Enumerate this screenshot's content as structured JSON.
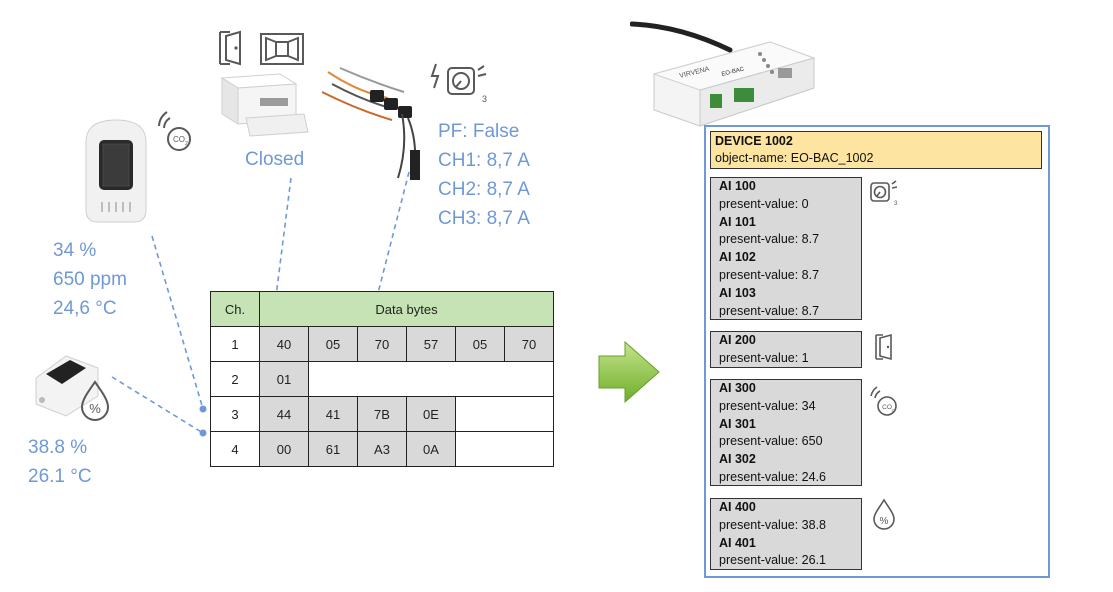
{
  "co2_sensor": {
    "readings": [
      "34 %",
      "650 ppm",
      "24,6 °C"
    ],
    "icon": "co2-icon"
  },
  "humidity_sensor": {
    "readings": [
      "38.8 %",
      "26.1 °C"
    ],
    "icon": "humidity-icon"
  },
  "door_sensor": {
    "state": "Closed",
    "icons": [
      "door-icon",
      "window-icon"
    ]
  },
  "current_sensor": {
    "readings": [
      "PF: False",
      "CH1: 8,7 A",
      "CH2: 8,7 A",
      "CH3: 8,7 A"
    ],
    "icon": "current-meter-icon",
    "icon_subscript": "3"
  },
  "gateway": {
    "brand": "VIRVENA",
    "model": "EO-BAC"
  },
  "table": {
    "ch_header": "Ch.",
    "data_header": "Data bytes",
    "rows": [
      {
        "ch": "1",
        "bytes": [
          "40",
          "05",
          "70",
          "57",
          "05",
          "70"
        ]
      },
      {
        "ch": "2",
        "bytes": [
          "01"
        ]
      },
      {
        "ch": "3",
        "bytes": [
          "44",
          "41",
          "7B",
          "0E"
        ]
      },
      {
        "ch": "4",
        "bytes": [
          "00",
          "61",
          "A3",
          "0A"
        ]
      }
    ]
  },
  "bacnet": {
    "device": {
      "name": "DEVICE 1002",
      "prop": "object-name: EO-BAC_1002"
    },
    "groups": [
      {
        "icon": "current-meter-icon",
        "objects": [
          {
            "name": "AI 100",
            "prop": "present-value: 0"
          },
          {
            "name": "AI 101",
            "prop": "present-value: 8.7"
          },
          {
            "name": "AI 102",
            "prop": "present-value: 8.7"
          },
          {
            "name": "AI 103",
            "prop": "present-value: 8.7"
          }
        ]
      },
      {
        "icon": "door-icon",
        "objects": [
          {
            "name": "AI 200",
            "prop": "present-value: 1"
          }
        ]
      },
      {
        "icon": "co2-icon",
        "objects": [
          {
            "name": "AI 300",
            "prop": "present-value: 34"
          },
          {
            "name": "AI 301",
            "prop": "present-value: 650"
          },
          {
            "name": "AI 302",
            "prop": "present-value: 24.6"
          }
        ]
      },
      {
        "icon": "humidity-icon",
        "objects": [
          {
            "name": "AI 400",
            "prop": "present-value: 38.8"
          },
          {
            "name": "AI 401",
            "prop": "present-value: 26.1"
          }
        ]
      }
    ]
  },
  "colors": {
    "accent_blue": "#6f99d6",
    "table_header": "#c6e3b5",
    "cell_gray": "#d9d9d9",
    "device_yellow": "#fde5a1",
    "arrow_green": "#8cc63f"
  }
}
